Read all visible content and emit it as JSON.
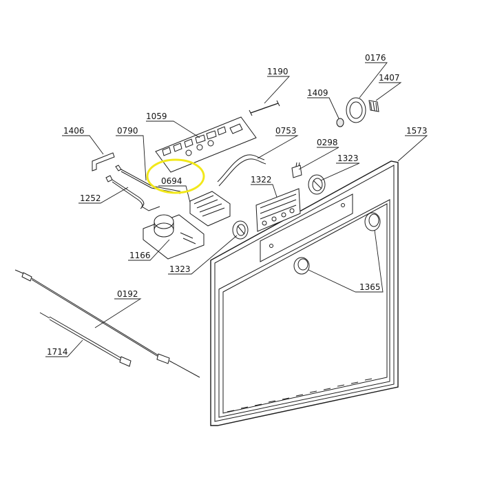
{
  "parts": {
    "p0176": "0176",
    "p1407": "1407",
    "p1409": "1409",
    "p1190": "1190",
    "p1059": "1059",
    "p1406": "1406",
    "p0790": "0790",
    "p0753": "0753",
    "p0298": "0298",
    "p1573": "1573",
    "p1323a": "1323",
    "p0694": "0694",
    "p1322": "1322",
    "p1252": "1252",
    "p1166": "1166",
    "p1323b": "1323",
    "p1365": "1365",
    "p0192": "0192",
    "p1714": "1714"
  },
  "highlight": {
    "color": "#f2e81a",
    "part": "0694"
  }
}
